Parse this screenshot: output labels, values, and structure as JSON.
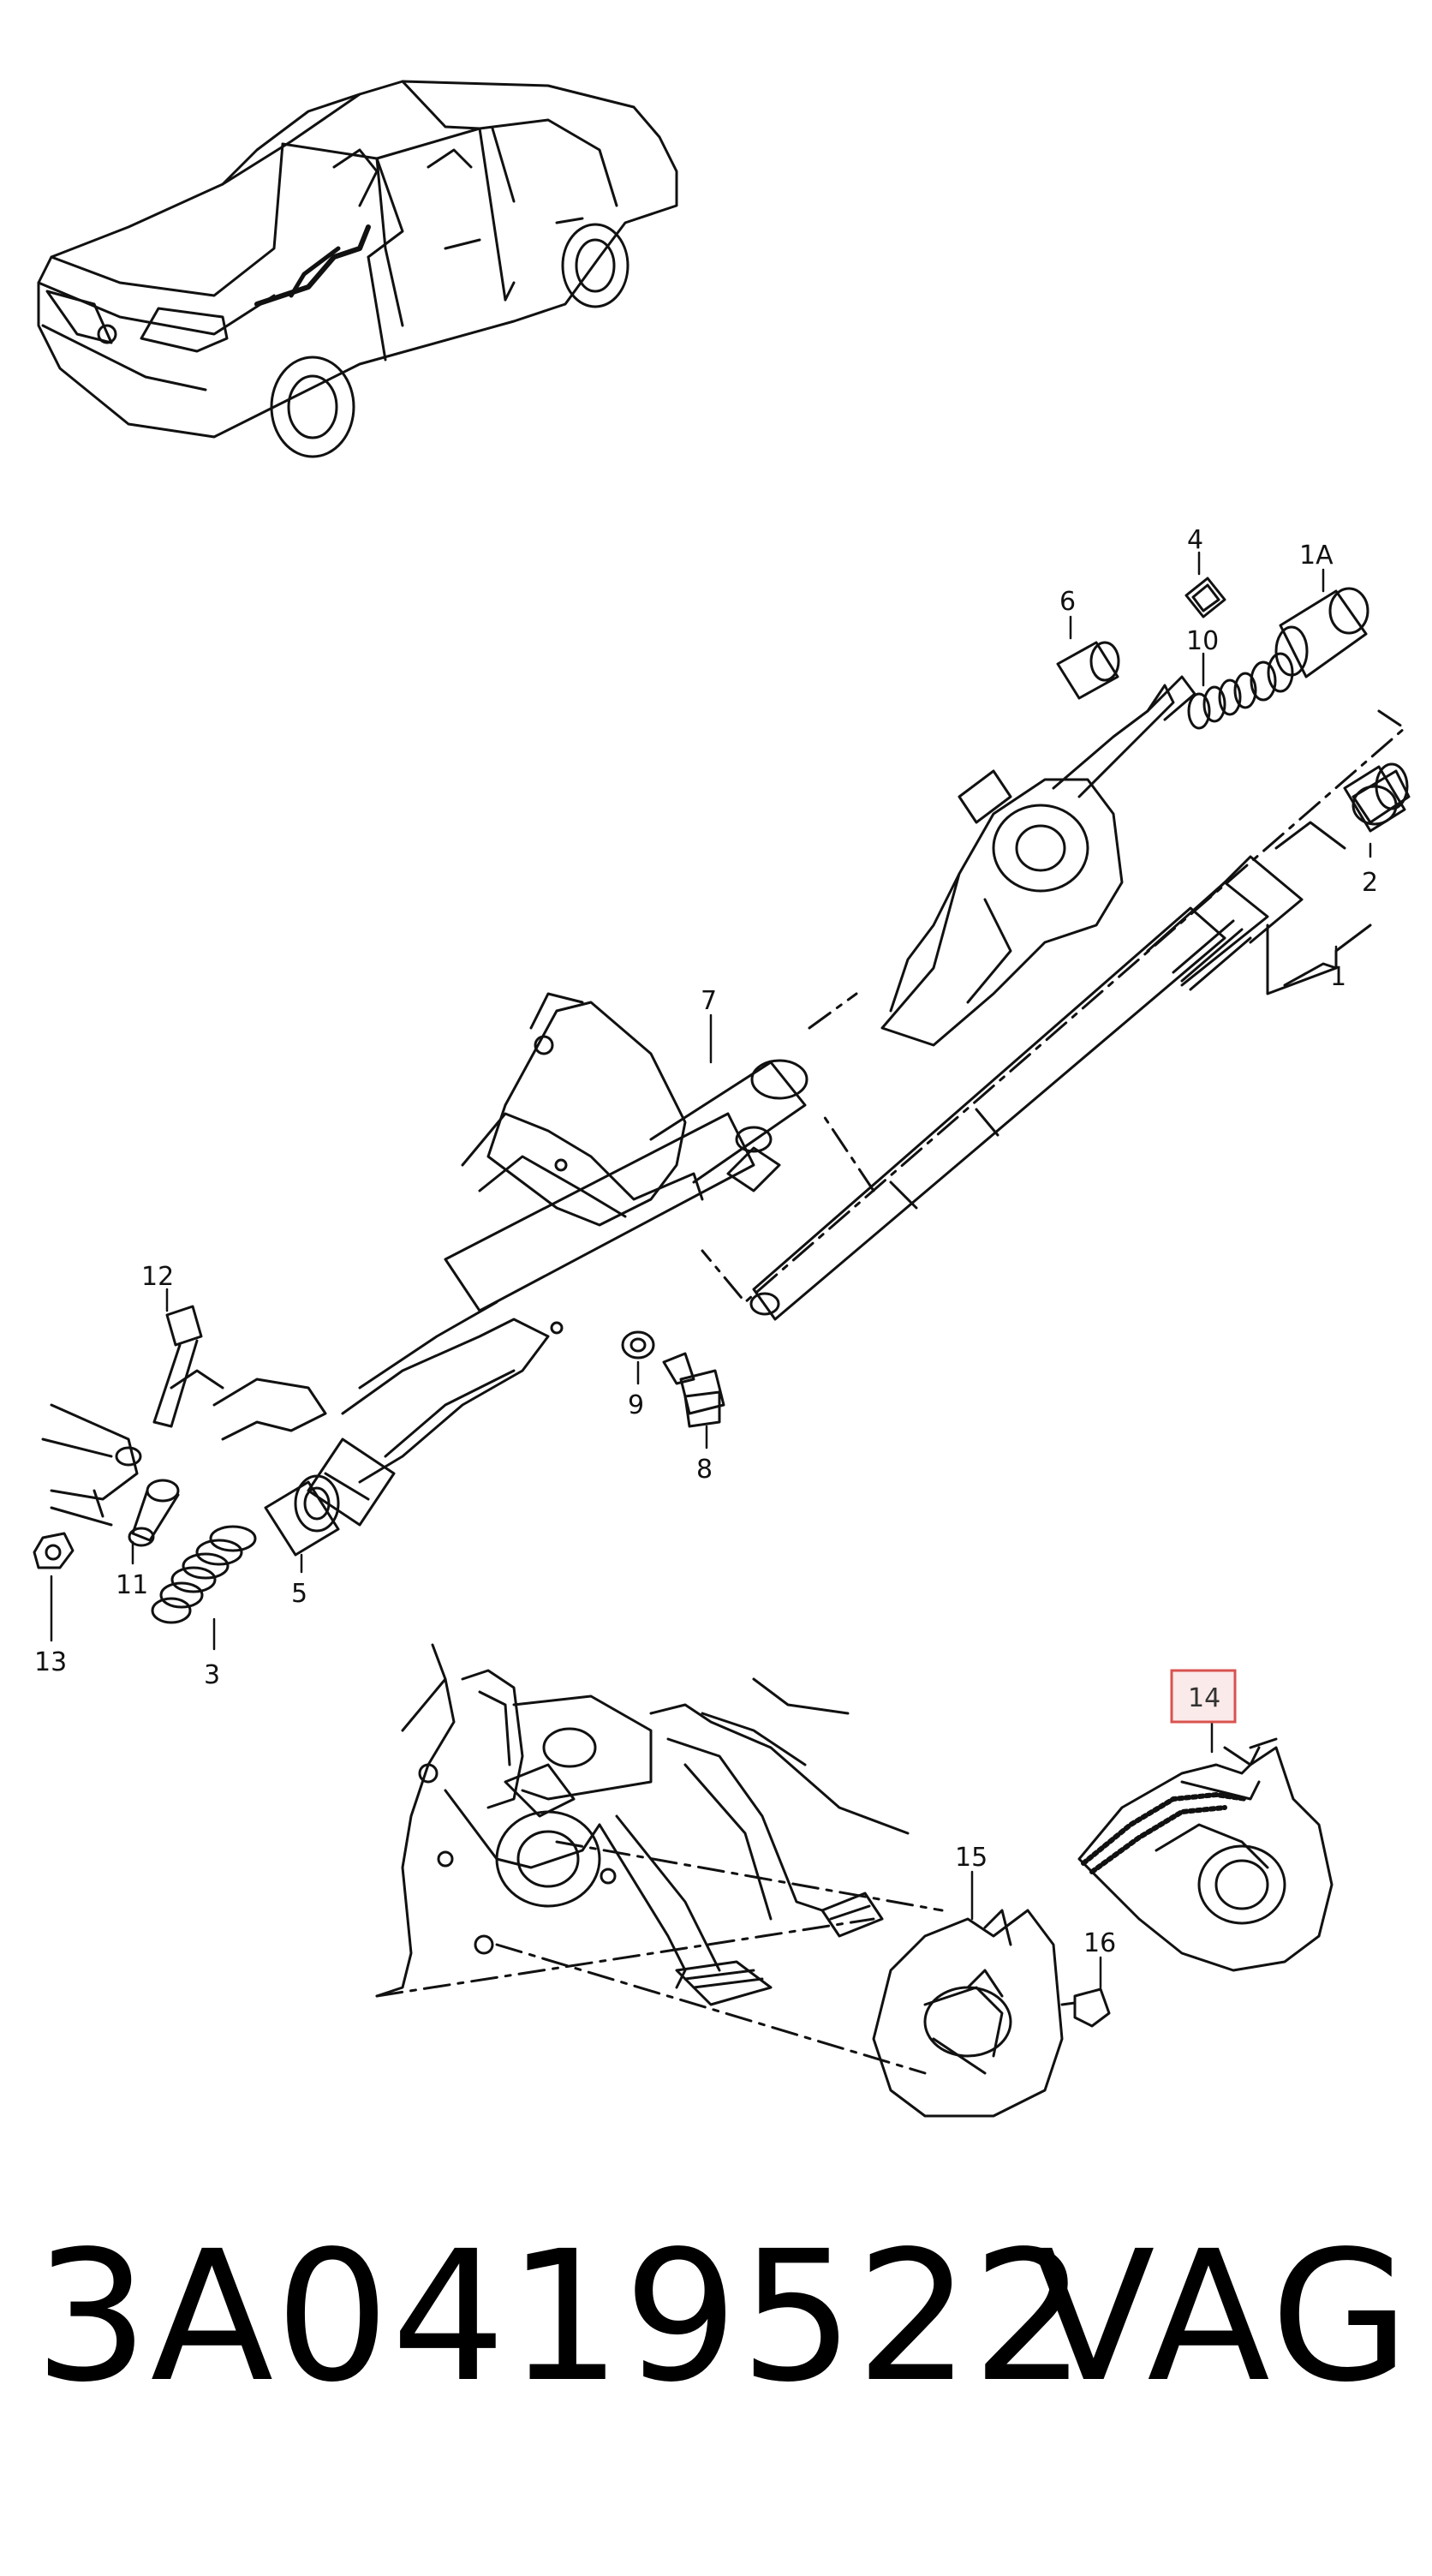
{
  "callouts": {
    "c1": "1",
    "c1a": "1A",
    "c2": "2",
    "c3": "3",
    "c4": "4",
    "c5": "5",
    "c6": "6",
    "c7": "7",
    "c8": "8",
    "c9": "9",
    "c10": "10",
    "c11": "11",
    "c12": "12",
    "c13": "13",
    "c14": "14",
    "c15": "15",
    "c16": "16"
  },
  "highlighted_callout": "14",
  "highlight_color": "#d9534f",
  "part_number": "3A0419522",
  "brand": "VAG"
}
